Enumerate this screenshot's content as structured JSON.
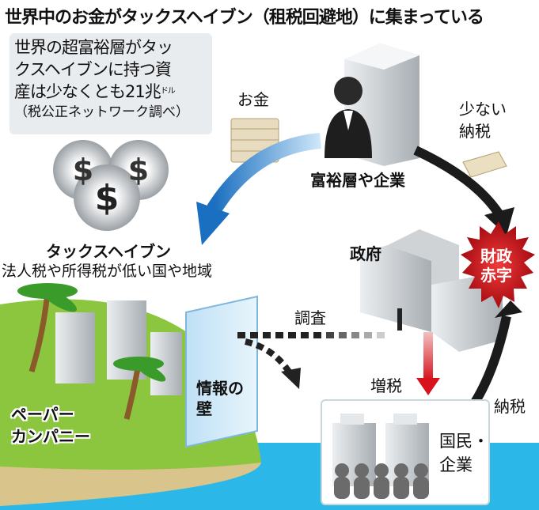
{
  "title": "世界中のお金がタックスヘイブン（租税回避地）に集まっている",
  "info_box": {
    "lines": [
      "世界の超富裕層がタッ",
      "クスヘイブンに持つ資",
      "産は少なくとも21兆"
    ],
    "unit": "ドル",
    "source": "（税公正ネットワーク調べ）"
  },
  "labels": {
    "money": "お金",
    "small_tax_1": "少ない",
    "small_tax_2": "納税",
    "wealthy": "富裕層や企業",
    "tax_haven": "タックスヘイブン",
    "tax_haven_desc": "法人税や所得税が低い国や地域",
    "government": "政府",
    "deficit_1": "財政",
    "deficit_2": "赤字",
    "investigation": "調査",
    "info_wall_1": "情報の",
    "info_wall_2": "壁",
    "tax_increase": "増税",
    "tax_payment": "納税",
    "paper_company_1": "ペーパー",
    "paper_company_2": "カンパニー",
    "citizens_1": "国民・",
    "citizens_2": "企業"
  },
  "colors": {
    "sea": "#2bb8e8",
    "island": "#8cc63f",
    "deficit_red": "#d7141e",
    "flow_blue": "#1a6fc0"
  }
}
